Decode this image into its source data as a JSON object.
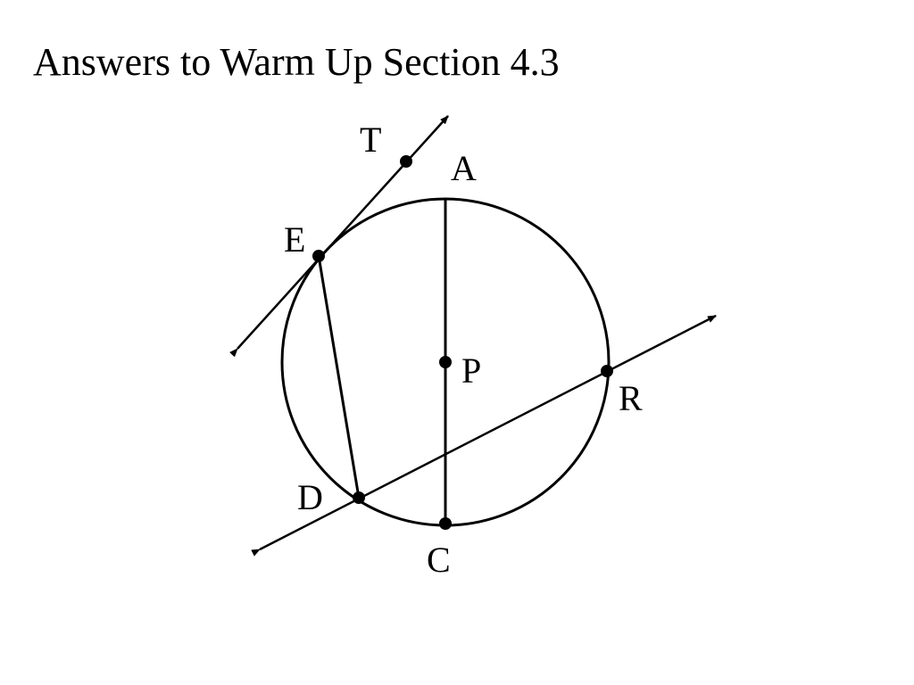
{
  "title": "Answers to Warm Up Section 4.3",
  "diagram": {
    "points": [
      {
        "id": "T",
        "label": "T"
      },
      {
        "id": "A",
        "label": "A"
      },
      {
        "id": "E",
        "label": "E"
      },
      {
        "id": "P",
        "label": "P"
      },
      {
        "id": "R",
        "label": "R"
      },
      {
        "id": "D",
        "label": "D"
      },
      {
        "id": "C",
        "label": "C"
      }
    ],
    "ink_color": "#000000"
  }
}
